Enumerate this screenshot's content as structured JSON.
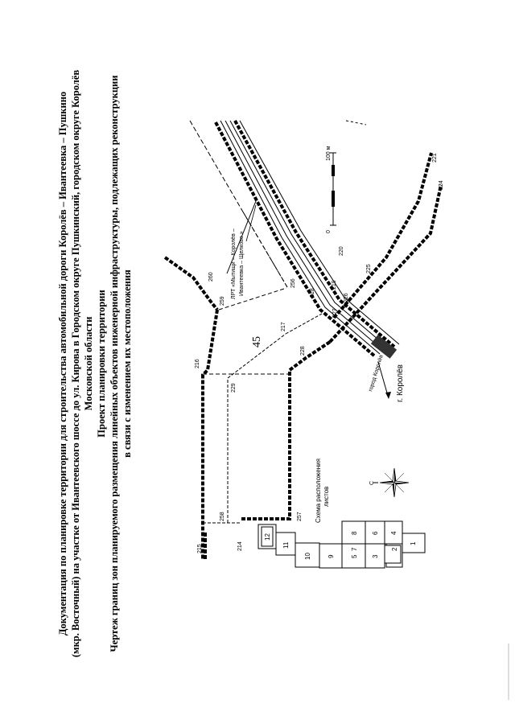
{
  "page_number": "45",
  "title_lines": [
    "Документация по планировке территории для строительства автомобильной дороги Королёв – Ивантеевка – Пушкино",
    "(мкр. Восточный) на участке от Ивантеевского шоссе до ул. Кирова в Городском округе Пушкинский, городском округе Королёв",
    "Московской области",
    "Проект планировки территории",
    "Чертеж границ зон планируемого размещения линейных объектов инженерной инфраструктуры, подлежащих реконструкции",
    "в связи с изменением их местоположения"
  ],
  "map": {
    "city_label": "г. Королёв",
    "direction_label": "город Королёв",
    "railway_label_1": "ЛРТ «Мытищи – Королёв –",
    "railway_label_2": "Ивантеевка – Щелково »",
    "scale_zero": "0",
    "scale_end": "100 м",
    "north_label": "С",
    "sheet_scheme_label_1": "Схема расположения",
    "sheet_scheme_label_2": "листов",
    "sheets": [
      "1",
      "2",
      "3",
      "4",
      "5",
      "6",
      "7",
      "8",
      "9",
      "10",
      "11",
      "12"
    ],
    "points": [
      "214",
      "215",
      "216",
      "217",
      "218",
      "219",
      "220",
      "221",
      "224",
      "225",
      "226",
      "227",
      "228",
      "229",
      "256",
      "257",
      "258",
      "259",
      "260"
    ]
  }
}
